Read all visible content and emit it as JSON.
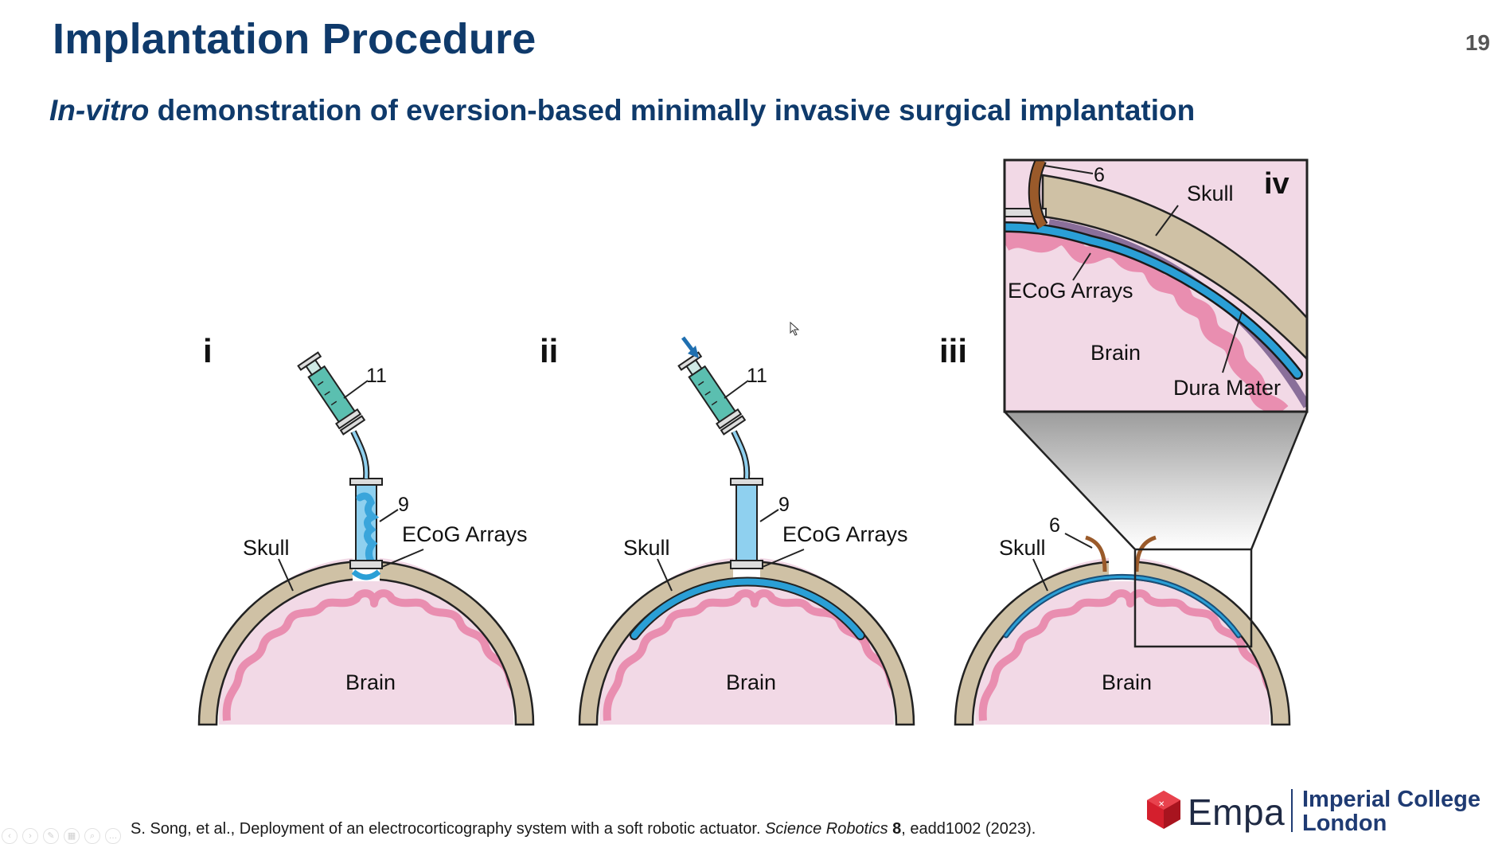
{
  "slide": {
    "title": "Implantation Procedure",
    "number": "19",
    "subtitle_italic": "In-vitro",
    "subtitle_rest": " demonstration of eversion-based minimally invasive surgical implantation"
  },
  "panels": [
    {
      "id": "i",
      "label": "i",
      "callout_syringe": "11",
      "callout_tube": "9",
      "skull_label": "Skull",
      "array_label": "ECoG Arrays",
      "brain_label": "Brain"
    },
    {
      "id": "ii",
      "label": "ii",
      "callout_syringe": "11",
      "callout_tube": "9",
      "skull_label": "Skull",
      "array_label": "ECoG Arrays",
      "brain_label": "Brain"
    },
    {
      "id": "iii",
      "label": "iii",
      "callout_handle": "6",
      "skull_label": "Skull",
      "brain_label": "Brain"
    }
  ],
  "inset": {
    "label": "iv",
    "callout_handle": "6",
    "skull_label": "Skull",
    "array_label": "ECoG Arrays",
    "brain_label": "Brain",
    "dura_label": "Dura Mater"
  },
  "colors": {
    "title": "#0f3a6b",
    "skull": "#cfc1a5",
    "brain": "#f2d9e6",
    "gyri": "#e98eb0",
    "array_blue": "#2a9fd6",
    "fluid": "#8fd0ef",
    "syringe": "#5bbfb0",
    "handle": "#9a5a2a",
    "dura": "#8a6f9a",
    "empa_red": "#d41f2d"
  },
  "citation": {
    "text_before": "S. Song, et al., Deployment of an electrocorticography system with a soft robotic actuator. ",
    "journal": "Science Robotics",
    "volume": "8",
    "rest": ", eadd1002 (2023)."
  },
  "logos": {
    "empa": "Empa",
    "imperial_line1": "Imperial College",
    "imperial_line2": "London"
  },
  "toolbar_icons": [
    "prev-icon",
    "next-icon",
    "pen-icon",
    "slides-icon",
    "zoom-icon",
    "more-icon"
  ]
}
